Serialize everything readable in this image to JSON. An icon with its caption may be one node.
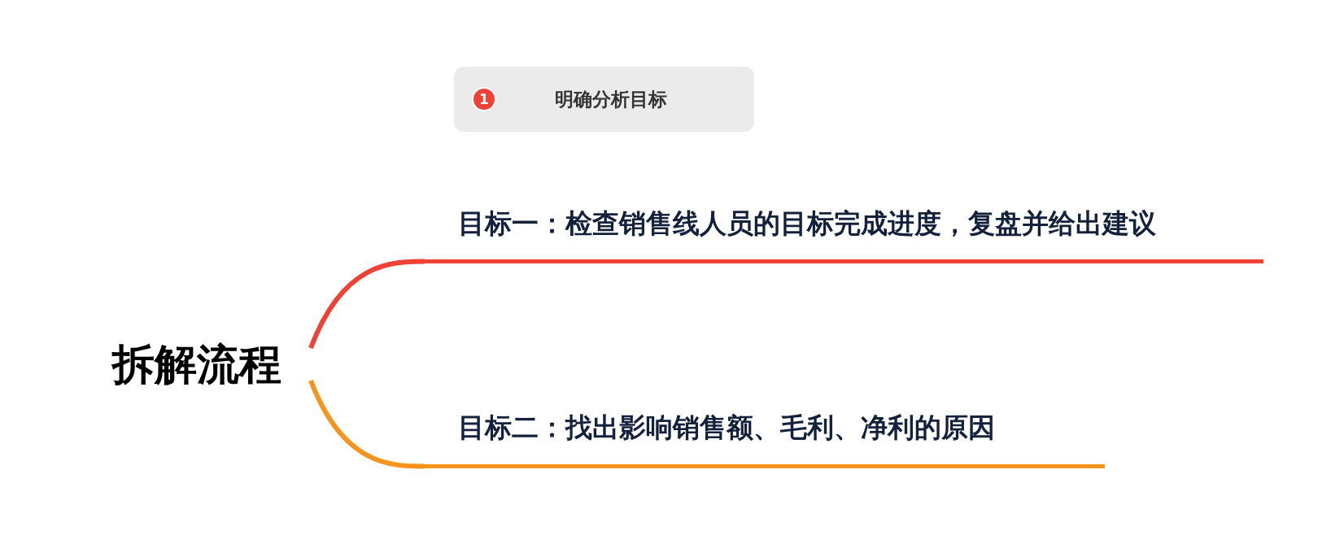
{
  "diagram": {
    "nodes": [
      {
        "text": [
          "拆解流程"
        ]
      },
      {
        "text": [
          "1",
          "明确分析目标"
        ]
      },
      {
        "text": [
          "目标一：检查销售线人员的目标完成进度，复盘并给出建议"
        ]
      },
      {
        "text": [
          "目标二：找出影响销售额、毛利、净利的原因"
        ]
      }
    ],
    "edges": [
      {
        "from": 0,
        "to": 2,
        "arrow": "none",
        "color": "#ef4136"
      },
      {
        "from": 0,
        "to": 3,
        "arrow": "none",
        "color": "#f7941d"
      }
    ]
  }
}
